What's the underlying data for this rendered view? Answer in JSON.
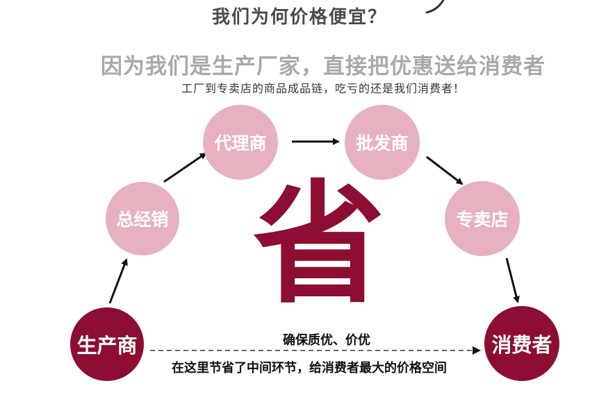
{
  "header": {
    "title": "我们为何价格便宜？"
  },
  "subheading": "因为我们是生产厂家，直接把优惠送给消费者",
  "tagline": "工厂到专卖店的商品成品链，吃亏的还是我们消费者！",
  "chain": {
    "producer": "生产商",
    "general_distributor": "总经销",
    "agent": "代理商",
    "wholesaler": "批发商",
    "store": "专卖店",
    "consumer": "消费者"
  },
  "center_char": "省",
  "bottom": {
    "line1": "确保质优、价优",
    "line2": "在这里节省了中间环节，给消费者最大的价格空间"
  },
  "colors": {
    "pink": "#e8b1bf",
    "dark_red": "#8d0e32",
    "gray": "#a9a9a9"
  }
}
